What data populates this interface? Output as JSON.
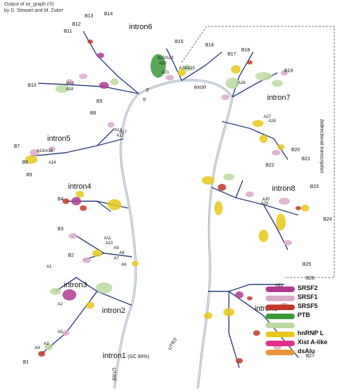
{
  "header": {
    "line1": "Output of sir_graph (®)",
    "line2": "by D. Stewart and M. Zuker"
  },
  "introns": {
    "intron1": "intron1",
    "gc": "(GC 80%)",
    "intron2": "intron2",
    "intron3": "intron3",
    "intron4": "intron4",
    "intron5": "intron5",
    "intron6": "intron6",
    "intron7": "intron7",
    "intron8": "intron8",
    "intron9": "intron9"
  },
  "labels": {
    "exon_top": "exon",
    "bidirectional": "bidirectional transcription",
    "utr5": "UTR5'",
    "utr3": "UTR3'",
    "prime5": "5'",
    "prime3": "3'"
  },
  "blocks": [
    "B1",
    "B2",
    "B3",
    "B4",
    "B5",
    "B6",
    "B7",
    "B8",
    "B9",
    "B10",
    "B11",
    "B12",
    "B13",
    "B14",
    "B15",
    "B16",
    "B17",
    "B18",
    "B19",
    "B20",
    "B21",
    "B22",
    "B23",
    "B24",
    "B25",
    "B26",
    "B27"
  ],
  "alus": [
    "A1",
    "A2",
    "A3",
    "A4",
    "A5",
    "A6",
    "A7",
    "A8",
    "A9",
    "A10",
    "A11",
    "A12",
    "A13",
    "A14",
    "A15/A16",
    "A17",
    "A18",
    "A19",
    "A20",
    "A21",
    "A22/A23",
    "A24/A25",
    "A26",
    "A27",
    "A28",
    "A29",
    "A30",
    "A31"
  ],
  "legend": [
    {
      "label": "SRSF2",
      "color": "#b0398f"
    },
    {
      "label": "SRSF1",
      "color": "#d9a9c9"
    },
    {
      "label": "SRSF5",
      "color": "#c0392b"
    },
    {
      "label": "PTB",
      "color": "#3a9a3a"
    },
    {
      "label": "",
      "color": "#bcd9a0"
    },
    {
      "label": "hnRNP L",
      "color": "#e8c81a"
    },
    {
      "label": "Xist A-like",
      "color": "#e2308a"
    },
    {
      "label": "dsAlu",
      "color": "#e8963c"
    }
  ]
}
